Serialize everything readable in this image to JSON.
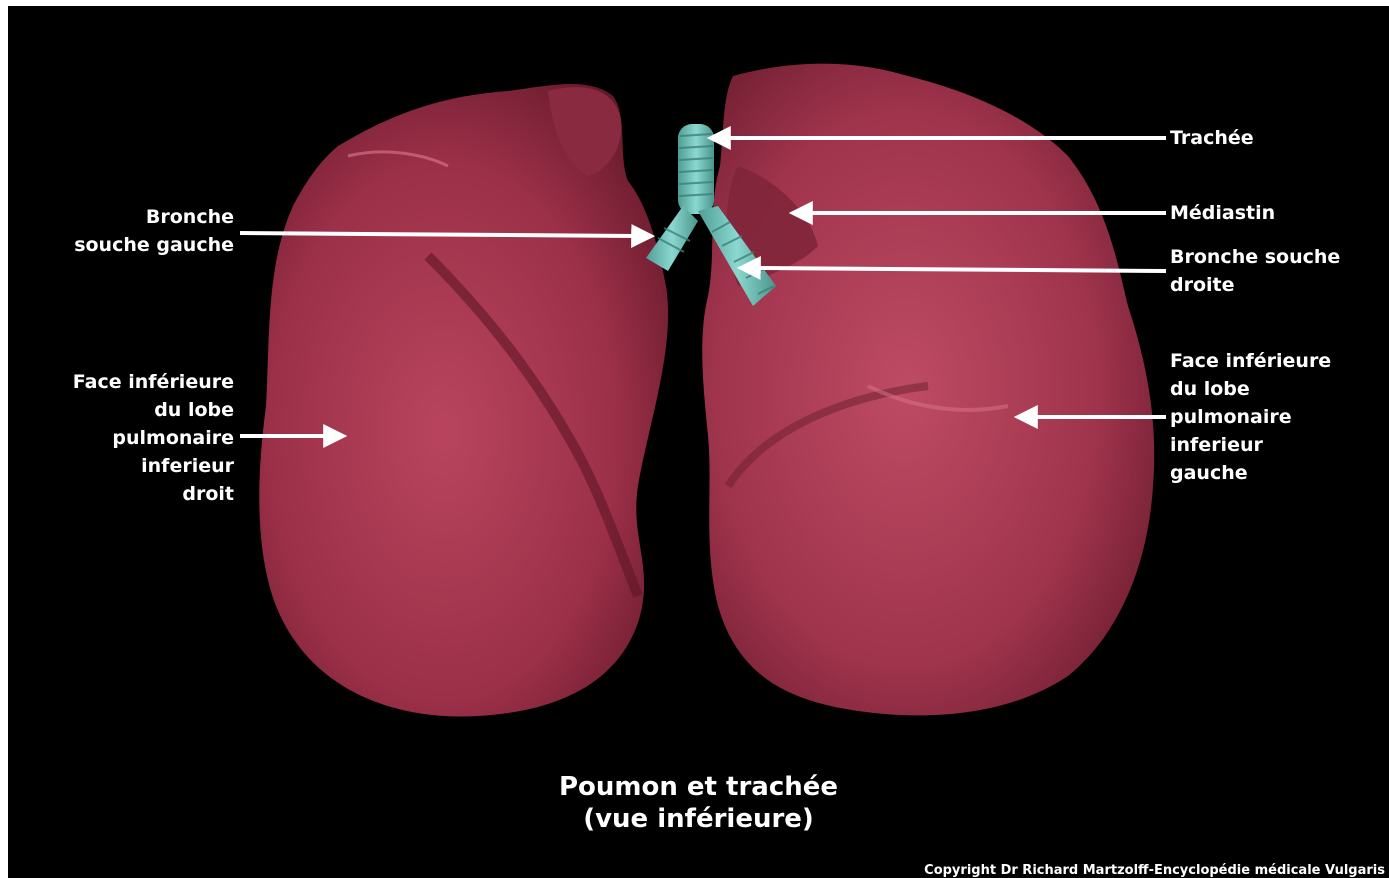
{
  "labels": {
    "trachee": "Trachée",
    "mediastin": "Médiastin",
    "bronche_droite": [
      "Bronche souche",
      "droite"
    ],
    "bronche_gauche": [
      "Bronche",
      "souche gauche"
    ],
    "face_gauche": [
      "Face inférieure",
      "du lobe",
      "pulmonaire",
      "inferieur",
      "gauche"
    ],
    "face_droit": [
      "Face inférieure",
      "du lobe",
      "pulmonaire",
      "inferieur",
      "droit"
    ]
  },
  "caption": [
    "Poumon et trachée",
    "(vue inférieure)"
  ],
  "copyright": "Copyright Dr Richard Martzolff-Encyclopédie médicale Vulgaris",
  "colors": {
    "background": "#000000",
    "lung": "#a8384f",
    "lung_highlight": "#d9647c",
    "trachea": "#6fc4bb",
    "text": "#ffffff"
  }
}
